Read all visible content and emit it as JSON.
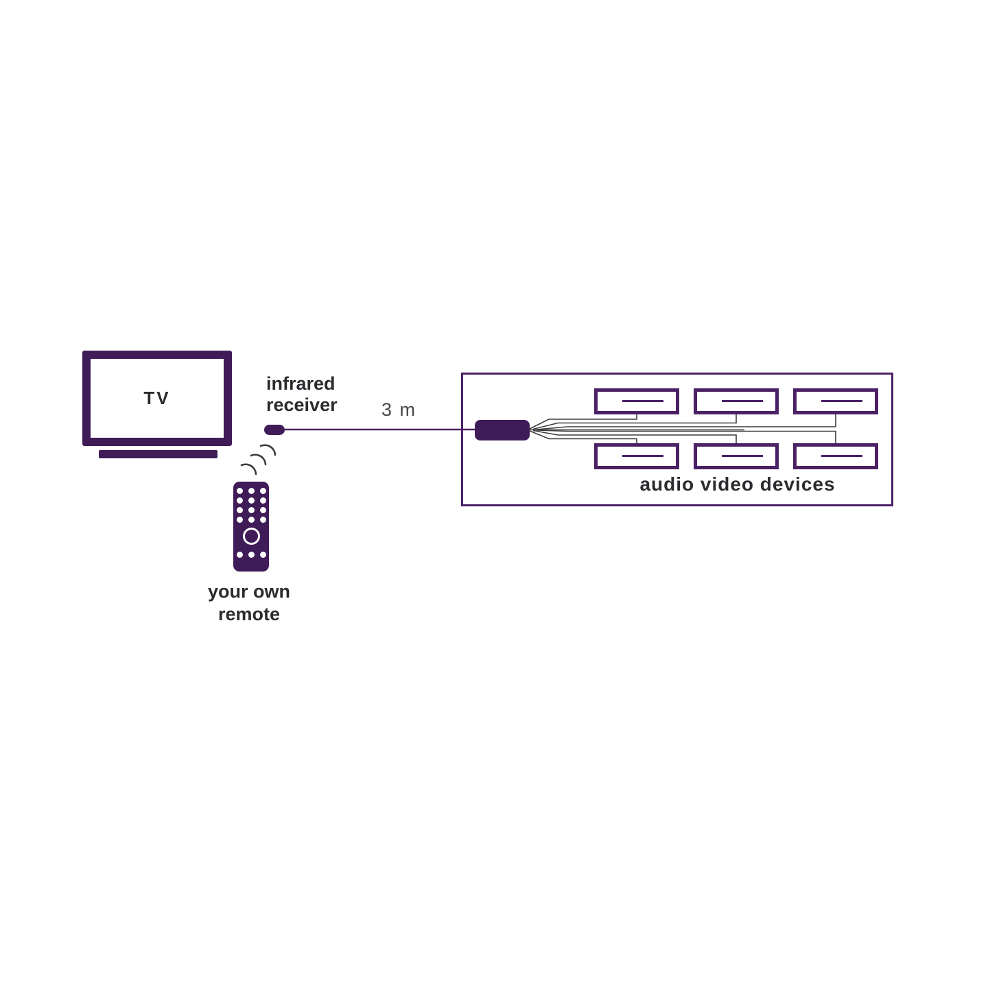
{
  "labels": {
    "tv": "TV",
    "infrared_receiver": "infrared receiver",
    "cable_length": "3 m",
    "your_own_remote": "your own remote",
    "audio_video_devices": "audio video devices"
  },
  "colors": {
    "purple": "#3f1b57",
    "outline": "#4b2165",
    "line": "#3b3b3e",
    "text": "#2b2b2f"
  },
  "devices": {
    "count": 6,
    "rows": 2,
    "per_row": 3
  },
  "icons": {
    "tv": "tv-icon",
    "remote": "remote-control-icon",
    "ir_receiver": "ir-receiver-node",
    "splitter": "splitter-node",
    "ir_waves": "ir-waves-icon"
  }
}
